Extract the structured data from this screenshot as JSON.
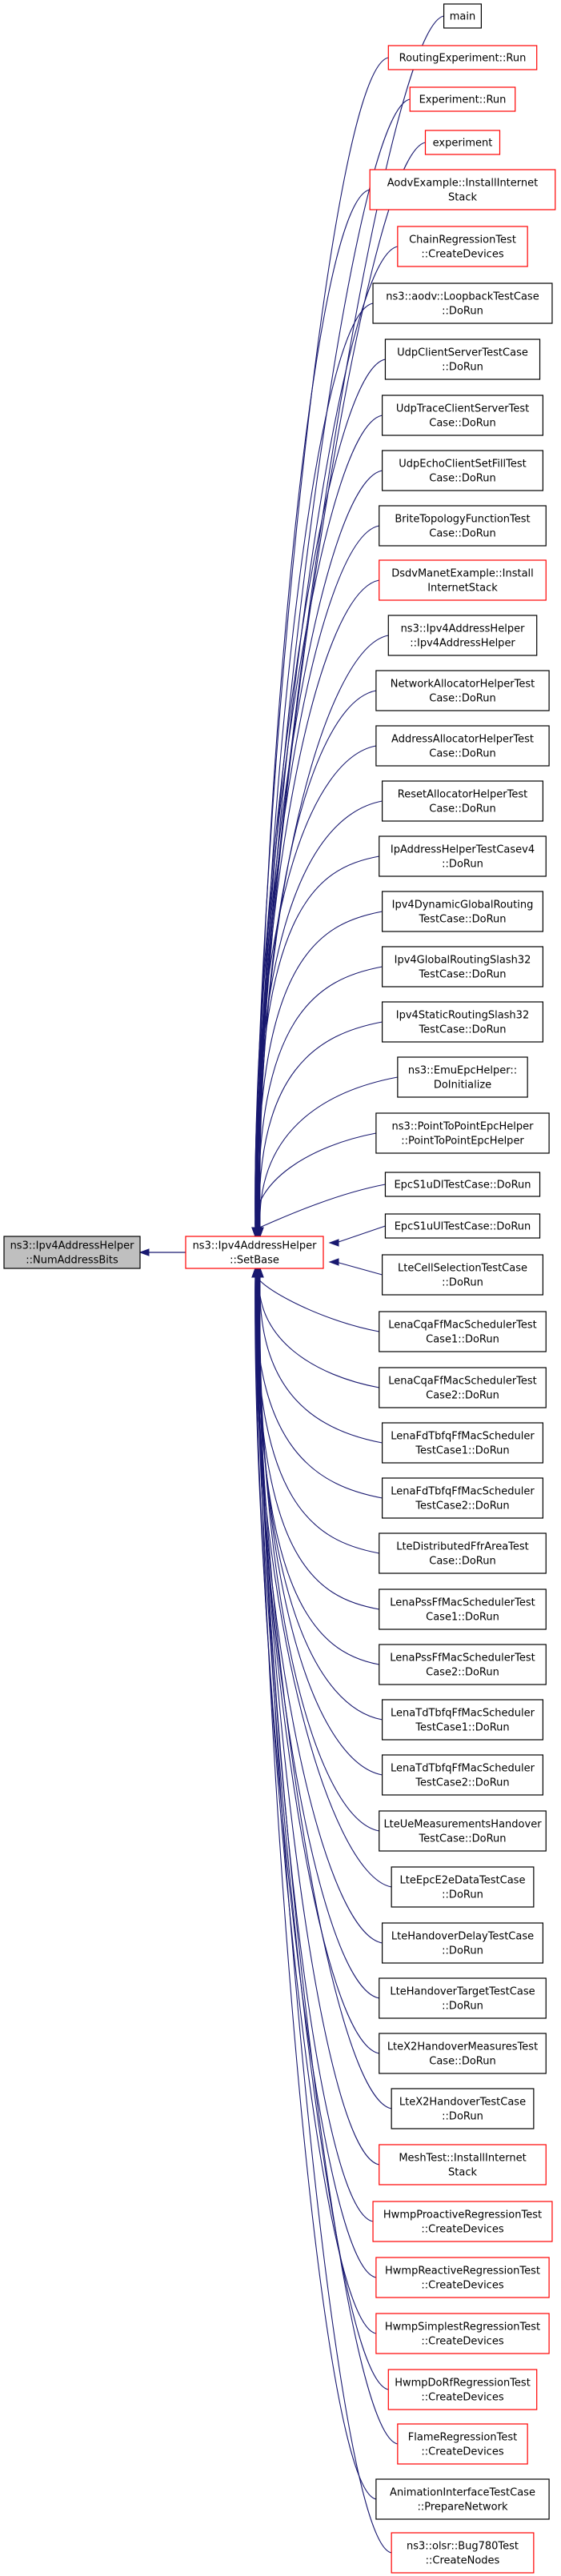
{
  "graph": {
    "root": {
      "lines": [
        "ns3::Ipv4AddressHelper",
        "::NumAddressBits"
      ]
    },
    "center": {
      "lines": [
        "ns3::Ipv4AddressHelper",
        "::SetBase"
      ]
    },
    "callers": [
      {
        "lines": [
          "main"
        ],
        "style": "black"
      },
      {
        "lines": [
          "RoutingExperiment::Run"
        ],
        "style": "red"
      },
      {
        "lines": [
          "Experiment::Run"
        ],
        "style": "red"
      },
      {
        "lines": [
          "experiment"
        ],
        "style": "red"
      },
      {
        "lines": [
          "AodvExample::InstallInternet",
          "Stack"
        ],
        "style": "red"
      },
      {
        "lines": [
          "ChainRegressionTest",
          "::CreateDevices"
        ],
        "style": "red"
      },
      {
        "lines": [
          "ns3::aodv::LoopbackTestCase",
          "::DoRun"
        ],
        "style": "black"
      },
      {
        "lines": [
          "UdpClientServerTestCase",
          "::DoRun"
        ],
        "style": "black"
      },
      {
        "lines": [
          "UdpTraceClientServerTest",
          "Case::DoRun"
        ],
        "style": "black"
      },
      {
        "lines": [
          "UdpEchoClientSetFillTest",
          "Case::DoRun"
        ],
        "style": "black"
      },
      {
        "lines": [
          "BriteTopologyFunctionTest",
          "Case::DoRun"
        ],
        "style": "black"
      },
      {
        "lines": [
          "DsdvManetExample::Install",
          "InternetStack"
        ],
        "style": "red"
      },
      {
        "lines": [
          "ns3::Ipv4AddressHelper",
          "::Ipv4AddressHelper"
        ],
        "style": "black"
      },
      {
        "lines": [
          "NetworkAllocatorHelperTest",
          "Case::DoRun"
        ],
        "style": "black"
      },
      {
        "lines": [
          "AddressAllocatorHelperTest",
          "Case::DoRun"
        ],
        "style": "black"
      },
      {
        "lines": [
          "ResetAllocatorHelperTest",
          "Case::DoRun"
        ],
        "style": "black"
      },
      {
        "lines": [
          "IpAddressHelperTestCasev4",
          "::DoRun"
        ],
        "style": "black"
      },
      {
        "lines": [
          "Ipv4DynamicGlobalRouting",
          "TestCase::DoRun"
        ],
        "style": "black"
      },
      {
        "lines": [
          "Ipv4GlobalRoutingSlash32",
          "TestCase::DoRun"
        ],
        "style": "black"
      },
      {
        "lines": [
          "Ipv4StaticRoutingSlash32",
          "TestCase::DoRun"
        ],
        "style": "black"
      },
      {
        "lines": [
          "ns3::EmuEpcHelper::",
          "DoInitialize"
        ],
        "style": "black"
      },
      {
        "lines": [
          "ns3::PointToPointEpcHelper",
          "::PointToPointEpcHelper"
        ],
        "style": "black"
      },
      {
        "lines": [
          "EpcS1uDlTestCase::DoRun"
        ],
        "style": "black"
      },
      {
        "lines": [
          "EpcS1uUlTestCase::DoRun"
        ],
        "style": "black"
      },
      {
        "lines": [
          "LteCellSelectionTestCase",
          "::DoRun"
        ],
        "style": "black"
      },
      {
        "lines": [
          "LenaCqaFfMacSchedulerTest",
          "Case1::DoRun"
        ],
        "style": "black"
      },
      {
        "lines": [
          "LenaCqaFfMacSchedulerTest",
          "Case2::DoRun"
        ],
        "style": "black"
      },
      {
        "lines": [
          "LenaFdTbfqFfMacScheduler",
          "TestCase1::DoRun"
        ],
        "style": "black"
      },
      {
        "lines": [
          "LenaFdTbfqFfMacScheduler",
          "TestCase2::DoRun"
        ],
        "style": "black"
      },
      {
        "lines": [
          "LteDistributedFfrAreaTest",
          "Case::DoRun"
        ],
        "style": "black"
      },
      {
        "lines": [
          "LenaPssFfMacSchedulerTest",
          "Case1::DoRun"
        ],
        "style": "black"
      },
      {
        "lines": [
          "LenaPssFfMacSchedulerTest",
          "Case2::DoRun"
        ],
        "style": "black"
      },
      {
        "lines": [
          "LenaTdTbfqFfMacScheduler",
          "TestCase1::DoRun"
        ],
        "style": "black"
      },
      {
        "lines": [
          "LenaTdTbfqFfMacScheduler",
          "TestCase2::DoRun"
        ],
        "style": "black"
      },
      {
        "lines": [
          "LteUeMeasurementsHandover",
          "TestCase::DoRun"
        ],
        "style": "black"
      },
      {
        "lines": [
          "LteEpcE2eDataTestCase",
          "::DoRun"
        ],
        "style": "black"
      },
      {
        "lines": [
          "LteHandoverDelayTestCase",
          "::DoRun"
        ],
        "style": "black"
      },
      {
        "lines": [
          "LteHandoverTargetTestCase",
          "::DoRun"
        ],
        "style": "black"
      },
      {
        "lines": [
          "LteX2HandoverMeasuresTest",
          "Case::DoRun"
        ],
        "style": "black"
      },
      {
        "lines": [
          "LteX2HandoverTestCase",
          "::DoRun"
        ],
        "style": "black"
      },
      {
        "lines": [
          "MeshTest::InstallInternet",
          "Stack"
        ],
        "style": "red"
      },
      {
        "lines": [
          "HwmpProactiveRegressionTest",
          "::CreateDevices"
        ],
        "style": "red"
      },
      {
        "lines": [
          "HwmpReactiveRegressionTest",
          "::CreateDevices"
        ],
        "style": "red"
      },
      {
        "lines": [
          "HwmpSimplestRegressionTest",
          "::CreateDevices"
        ],
        "style": "red"
      },
      {
        "lines": [
          "HwmpDoRfRegressionTest",
          "::CreateDevices"
        ],
        "style": "red"
      },
      {
        "lines": [
          "FlameRegressionTest",
          "::CreateDevices"
        ],
        "style": "red"
      },
      {
        "lines": [
          "AnimationInterfaceTestCase",
          "::PrepareNetwork"
        ],
        "style": "black"
      },
      {
        "lines": [
          "ns3::olsr::Bug780Test",
          "::CreateNodes"
        ],
        "style": "red"
      }
    ],
    "colors": {
      "edge": "#191970",
      "node_border_black": "#000000",
      "node_border_red": "#ff0000",
      "root_fill": "#bfbfbf",
      "node_fill": "#ffffff",
      "text": "#000000"
    }
  }
}
